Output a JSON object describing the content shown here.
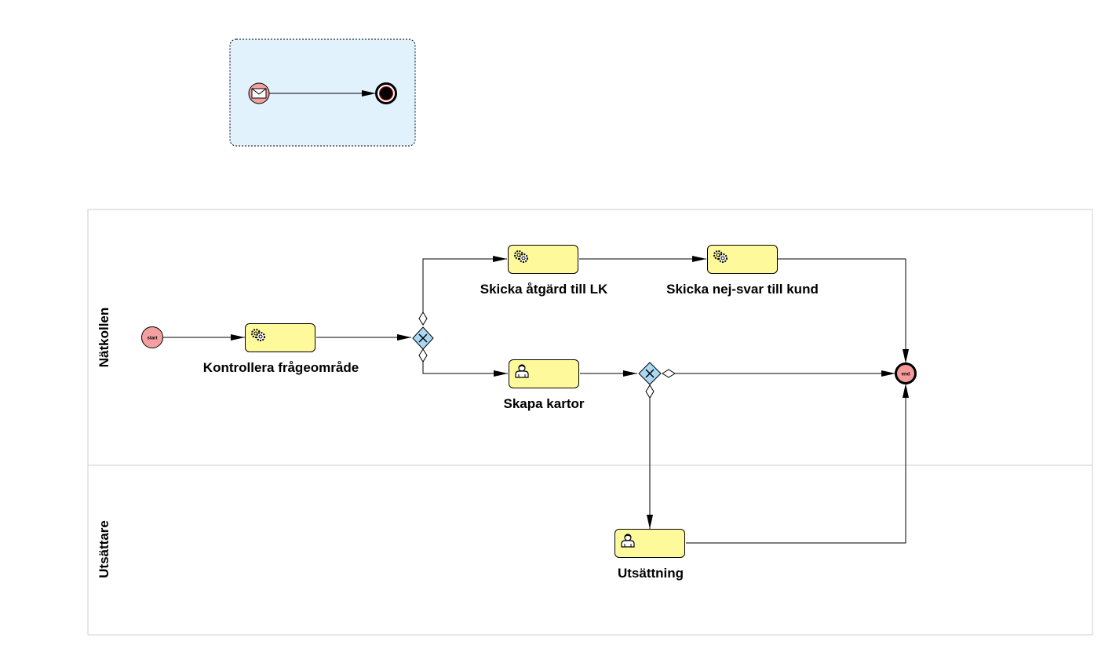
{
  "colors": {
    "task_fill": "#fefa9c",
    "start_event_fill": "#f4a0a0",
    "end_event_fill": "#f49a9a",
    "gateway_fill": "#a9d8f3",
    "group_fill": "#e1f2fc",
    "lane_border": "#cfcfcf"
  },
  "lanes": [
    {
      "label": "Nätkollen"
    },
    {
      "label": "Utsättare"
    }
  ],
  "events": {
    "start": {
      "type": "start",
      "icon": "start-label-icon",
      "text": "start"
    },
    "end": {
      "type": "end",
      "icon": "end-label-icon",
      "text": "end"
    },
    "message_start": {
      "type": "message-start",
      "icon": "envelope-icon"
    },
    "terminate_end": {
      "type": "terminate-end",
      "icon": "terminate-icon"
    }
  },
  "tasks": [
    {
      "id": "kontrollera",
      "label": "Kontrollera frågeområde",
      "kind": "service",
      "icon": "gears-icon"
    },
    {
      "id": "skicka_atgard",
      "label": "Skicka åtgärd till LK",
      "kind": "service",
      "icon": "gears-icon"
    },
    {
      "id": "skicka_nej",
      "label": "Skicka nej-svar till kund",
      "kind": "service",
      "icon": "gears-icon"
    },
    {
      "id": "skapa_kartor",
      "label": "Skapa kartor",
      "kind": "user",
      "icon": "user-icon"
    },
    {
      "id": "utsattning",
      "label": "Utsättning",
      "kind": "user",
      "icon": "user-icon"
    }
  ],
  "gateways": [
    {
      "id": "gw1",
      "type": "exclusive",
      "icon": "x-marker-icon"
    },
    {
      "id": "gw2",
      "type": "exclusive",
      "icon": "x-marker-icon"
    }
  ]
}
